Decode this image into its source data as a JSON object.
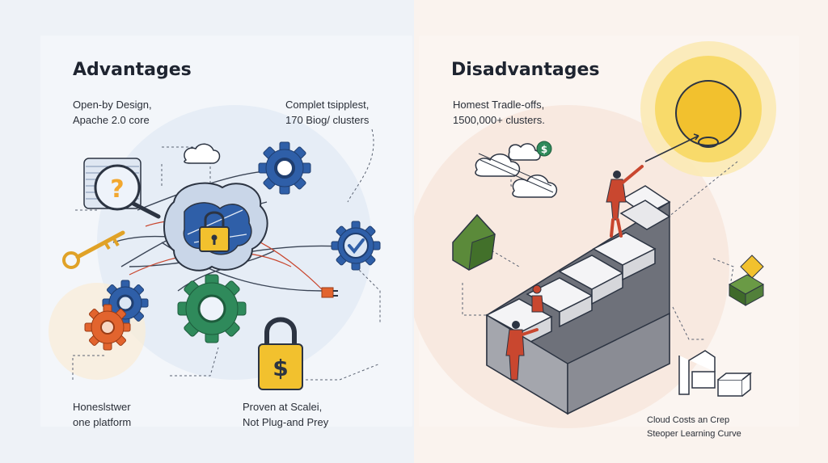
{
  "advantages": {
    "title": "Advantages",
    "caption_top_left": [
      "Open-by Design,",
      "Apache 2.0 core"
    ],
    "caption_top_right": [
      "Complet tsipplest,",
      "170 Biog/ clusters"
    ],
    "caption_bottom_left": [
      "Honeslstwer",
      "one platform"
    ],
    "caption_bottom_right": [
      "Proven at Scalei,",
      "Not Plug-and Prey"
    ],
    "badge_question": "?"
  },
  "disadvantages": {
    "title": "Disadvantages",
    "caption_top_left": [
      "Homest Tradle-offs,",
      "1500,000+ clusters."
    ],
    "caption_bottom_right": [
      "Cloud Costs an Crep",
      "Steoper Learning Curve"
    ],
    "badge_dollar": "$"
  },
  "colors": {
    "blue": "#2f5fa8",
    "green": "#2f8a5b",
    "orange": "#e2642e",
    "yellow": "#f2c12e",
    "red": "#c9472f"
  }
}
